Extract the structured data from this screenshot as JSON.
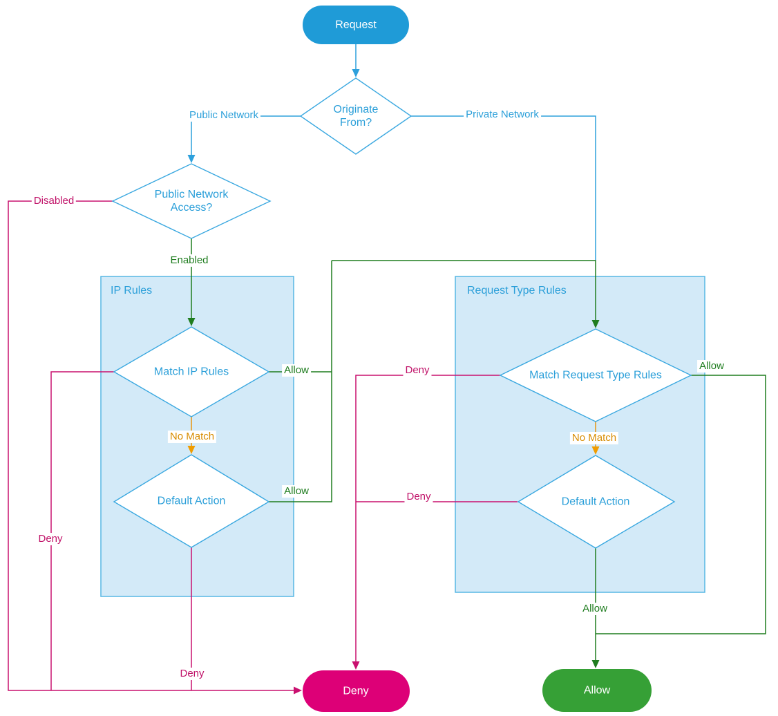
{
  "diagram": {
    "nodes": {
      "request": {
        "label": "Request",
        "type": "terminal",
        "fill": "#1f9bd7"
      },
      "originate_from": {
        "label": "Originate From?",
        "type": "decision"
      },
      "public_network_access": {
        "label": "Public Network Access?",
        "type": "decision"
      },
      "ip_rules_group": {
        "label": "IP Rules",
        "type": "group",
        "fill": "#d3eaf8"
      },
      "match_ip_rules": {
        "label": "Match IP Rules",
        "type": "decision"
      },
      "default_action_ip": {
        "label": "Default Action",
        "type": "decision"
      },
      "request_type_rules_group": {
        "label": "Request Type Rules",
        "type": "group",
        "fill": "#d3eaf8"
      },
      "match_request_type_rules": {
        "label": "Match Request Type Rules",
        "type": "decision"
      },
      "default_action_rt": {
        "label": "Default Action",
        "type": "decision"
      },
      "deny": {
        "label": "Deny",
        "type": "terminal",
        "fill": "#dd0077"
      },
      "allow": {
        "label": "Allow",
        "type": "terminal",
        "fill": "#36a036"
      }
    },
    "edges": {
      "public_network": "Public Network",
      "private_network": "Private Network",
      "disabled": "Disabled",
      "enabled": "Enabled",
      "allow_ip_match": "Allow",
      "no_match_ip": "No Match",
      "allow_ip_default": "Allow",
      "deny_ip_match": "Deny",
      "deny_ip_default": "Deny",
      "allow_rt_match": "Allow",
      "no_match_rt": "No Match",
      "deny_rt_match": "Deny",
      "deny_rt_default": "Deny",
      "allow_rt_default": "Allow"
    },
    "colors": {
      "blue_line": "#2da0dc",
      "blue_text": "#2b9fd9",
      "group_fill": "#d3eaf8",
      "group_border": "#56b7e4",
      "green": "#1f7d1f",
      "magenta": "#c9106f",
      "orange": "#e8940e",
      "request_fill": "#1f9bd7",
      "deny_fill": "#dd0077",
      "allow_fill": "#36a036"
    }
  }
}
